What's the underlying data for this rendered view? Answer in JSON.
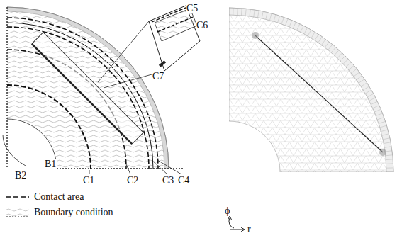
{
  "diagram": {
    "labels": [
      "C5",
      "C6",
      "C7",
      "B2",
      "B1",
      "C1",
      "C2",
      "C3",
      "C4",
      "ϕ",
      "r"
    ],
    "legend": [
      {
        "text": "Contact area"
      },
      {
        "text": "Boundary condition"
      }
    ]
  }
}
